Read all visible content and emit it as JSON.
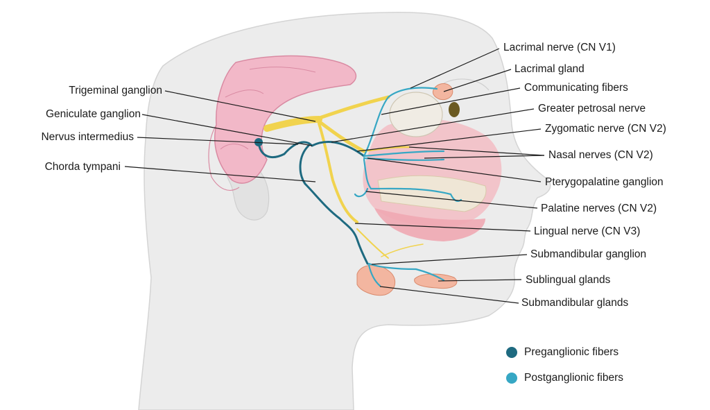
{
  "labels_left": {
    "trigeminal_ganglion": "Trigeminal ganglion",
    "geniculate_ganglion": "Geniculate ganglion",
    "nervus_intermedius": "Nervus intermedius",
    "chorda_tympani": "Chorda tympani"
  },
  "labels_right": {
    "lacrimal_nerve": "Lacrimal nerve (CN V1)",
    "lacrimal_gland": "Lacrimal gland",
    "communicating_fibers": "Communicating fibers",
    "greater_petrosal_nerve": "Greater petrosal nerve",
    "zygomatic_nerve": "Zygomatic nerve (CN V2)",
    "nasal_nerves": "Nasal nerves (CN V2)",
    "pterygopalatine_ganglion": "Pterygopalatine ganglion",
    "palatine_nerves": "Palatine nerves (CN V2)",
    "lingual_nerve": "Lingual nerve (CN V3)",
    "submandibular_ganglion": "Submandibular ganglion",
    "sublingual_glands": "Sublingual glands",
    "submandibular_glands": "Submandibular glands"
  },
  "legend": {
    "preganglionic": {
      "label": "Preganglionic fibers",
      "color": "#1e6a80"
    },
    "postganglionic": {
      "label": "Postganglionic fibers",
      "color": "#36a7c4"
    }
  },
  "colors": {
    "head_fill": "#ececec",
    "head_stroke": "#d4d4d4",
    "nerve_yellow": "#f1d34e",
    "brain_pink": "#f2b8c8",
    "mucosa_pink": "#f4b7bf",
    "gland_orange": "#f3b6a0",
    "leader_line": "#1a1a1a"
  }
}
